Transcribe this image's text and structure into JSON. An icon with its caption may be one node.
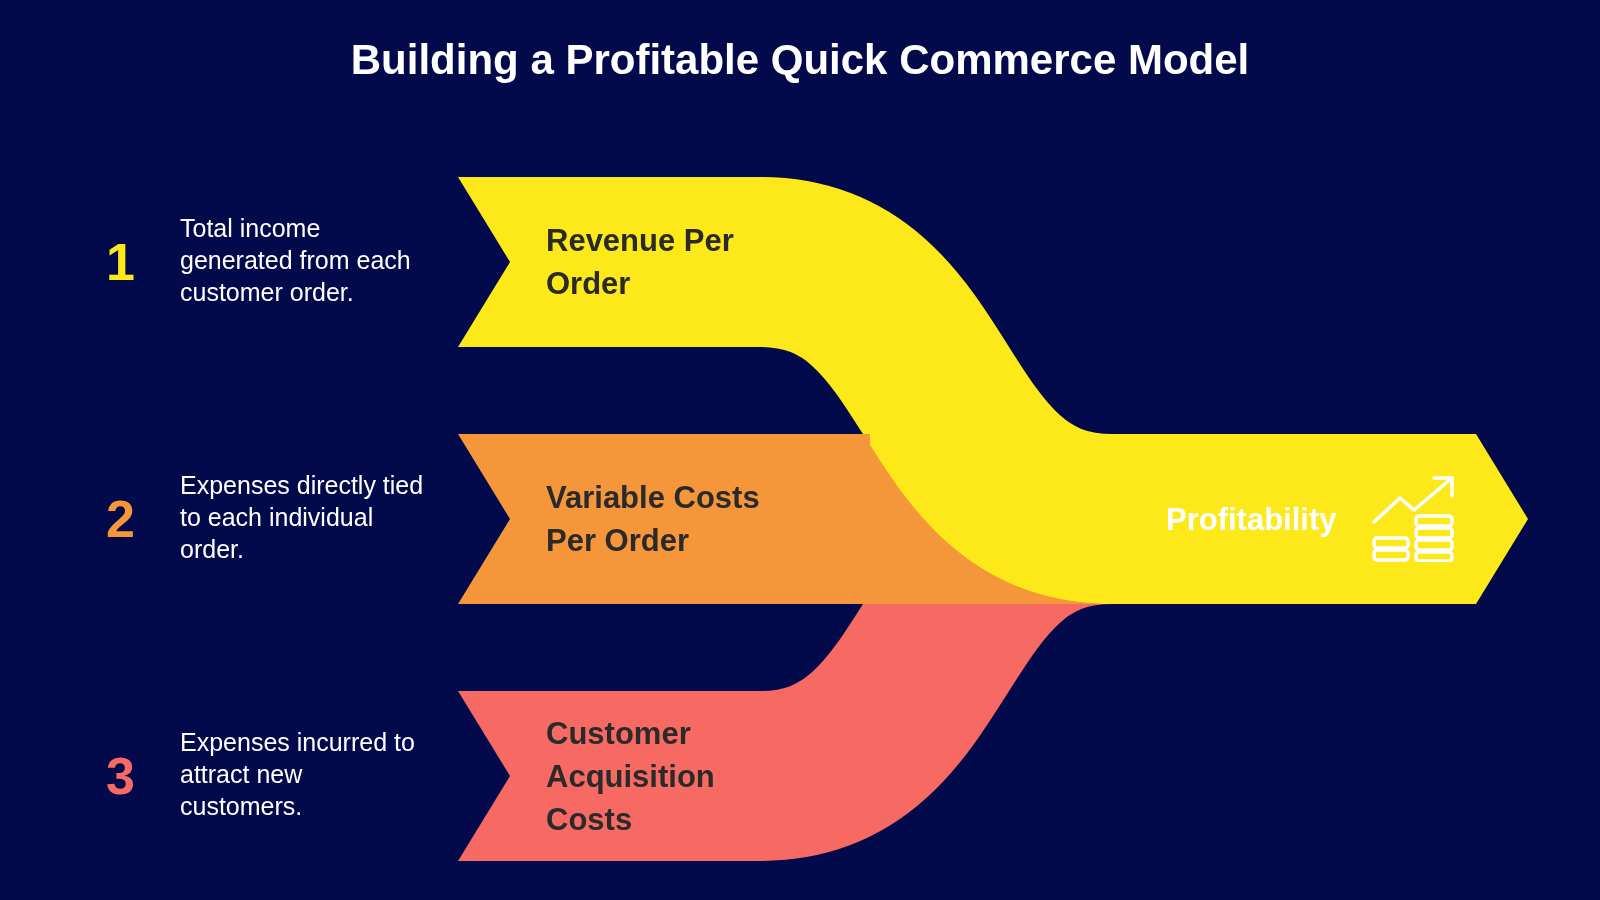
{
  "diagram": {
    "title": "Building a Profitable Quick Commerce Model",
    "nodes": [
      {
        "text": [
          "Revenue Per Order"
        ],
        "beside": [
          "1",
          "Total income generated from each customer order."
        ]
      },
      {
        "text": [
          "Variable Costs Per Order"
        ],
        "beside": [
          "2",
          "Expenses directly tied to each individual order."
        ]
      },
      {
        "text": [
          "Customer Acquisition Costs"
        ],
        "beside": [
          "3",
          "Expenses incurred to attract new customers."
        ]
      },
      {
        "text": [
          "Profitability"
        ]
      }
    ],
    "edges": [
      {
        "from": 2,
        "to": 3,
        "arrow": "none",
        "color": "#f76a63"
      },
      {
        "from": 1,
        "to": 3,
        "arrow": "none",
        "color": "#f5963a"
      },
      {
        "from": 0,
        "to": 3,
        "arrow": "none",
        "color": "#fde81a"
      }
    ]
  }
}
